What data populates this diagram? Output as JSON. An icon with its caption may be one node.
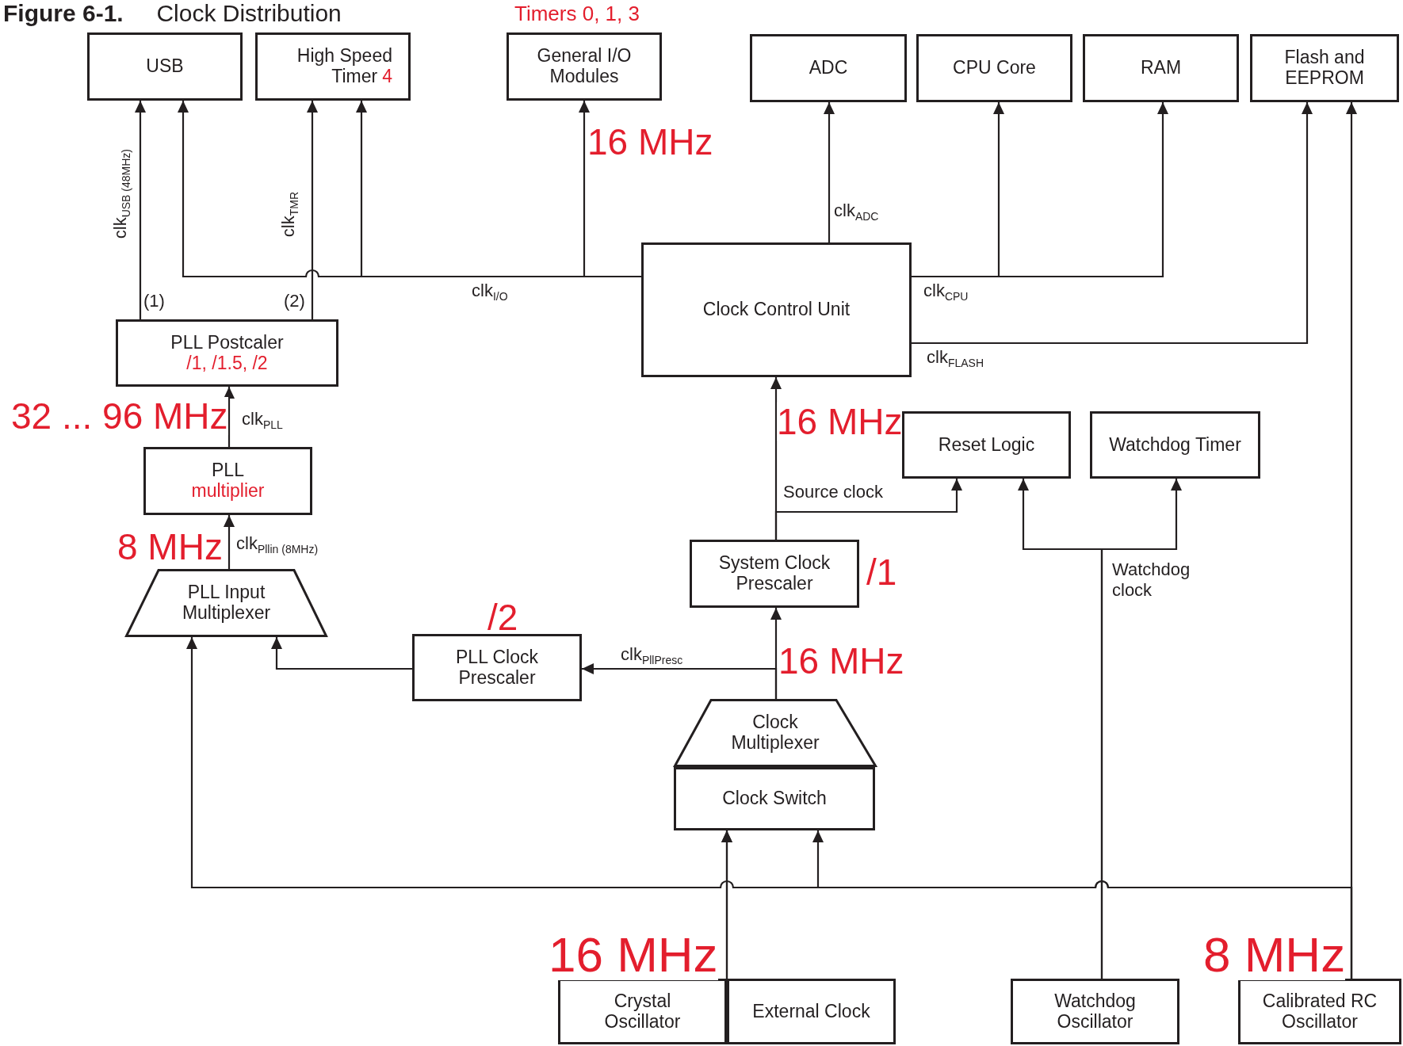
{
  "diagram": {
    "title": "**Figure 6-1.**     Clock Distribution",
    "nodes": [
      {
        "text": [
          "USB"
        ]
      },
      {
        "text": [
          "High Speed Timer",
          "4"
        ]
      },
      {
        "text": [
          "General I/O Modules"
        ],
        "beside": [
          "Timers 0, 1, 3"
        ]
      },
      {
        "text": [
          "ADC"
        ]
      },
      {
        "text": [
          "CPU Core"
        ]
      },
      {
        "text": [
          "RAM"
        ]
      },
      {
        "text": [
          "Flash and EEPROM"
        ]
      },
      {
        "text": [
          "PLL Postcaler",
          "/1, /1.5, /2"
        ]
      },
      {
        "text": [
          "Clock Control Unit"
        ]
      },
      {
        "text": [
          "PLL",
          "multiplier"
        ]
      },
      {
        "text": [
          "Reset Logic"
        ]
      },
      {
        "text": [
          "Watchdog Timer"
        ]
      },
      {
        "text": [
          "System Clock Prescaler"
        ],
        "beside": [
          "/1"
        ]
      },
      {
        "text": [
          "PLL Input Multiplexer"
        ]
      },
      {
        "text": [
          "PLL Clock Prescaler"
        ],
        "beside": [
          "/2"
        ]
      },
      {
        "text": [
          "Clock Multiplexer"
        ]
      },
      {
        "text": [
          "Clock Switch"
        ]
      },
      {
        "text": [
          "Crystal Oscillator"
        ]
      },
      {
        "text": [
          "External Clock"
        ]
      },
      {
        "text": [
          "Watchdog Oscillator"
        ]
      },
      {
        "text": [
          "Calibrated RC Oscillator"
        ]
      }
    ],
    "edges": [
      {
        "from": 7,
        "to": 0,
        "arrow": "to",
        "label": "clk$_{USB (48MHz)}$"
      },
      {
        "from": 7,
        "to": 1,
        "arrow": "to",
        "label": "clk$_{TMR}$"
      },
      {
        "from": 8,
        "to": 2,
        "arrow": "to"
      },
      {
        "from": 8,
        "to": 1,
        "arrow": "to",
        "label": "clk$_{I/O}$"
      },
      {
        "from": 8,
        "to": 0,
        "arrow": "to"
      },
      {
        "from": 8,
        "to": 3,
        "arrow": "to",
        "label": "clk$_{ADC}$"
      },
      {
        "from": 8,
        "to": 4,
        "arrow": "to",
        "label": "clk$_{CPU}$"
      },
      {
        "from": 8,
        "to": 5,
        "arrow": "to"
      },
      {
        "from": 8,
        "to": 6,
        "arrow": "to",
        "label": "clk$_{FLASH}$"
      },
      {
        "from": 20,
        "to": 6,
        "arrow": "to"
      },
      {
        "from": 9,
        "to": 7,
        "arrow": "to",
        "label": "clk$_{PLL}$"
      },
      {
        "from": 13,
        "to": 9,
        "arrow": "to",
        "label": "clk$_{Pllin (8MHz)}$"
      },
      {
        "from": 14,
        "to": 13,
        "arrow": "to"
      },
      {
        "from": 15,
        "to": 14,
        "arrow": "to",
        "label": "clk$_{PllPresc}$"
      },
      {
        "from": 15,
        "to": 12,
        "arrow": "to"
      },
      {
        "from": 12,
        "to": 8,
        "arrow": "to"
      },
      {
        "from": 12,
        "to": 10,
        "arrow": "to",
        "label": "Source clock"
      },
      {
        "from": 19,
        "to": 10,
        "arrow": "to",
        "label": "Watchdog clock"
      },
      {
        "from": 19,
        "to": 11,
        "arrow": "to"
      },
      {
        "from": 20,
        "to": 13,
        "arrow": "to"
      },
      {
        "from": 20,
        "to": 16,
        "arrow": "to"
      },
      {
        "from": 17,
        "to": 16,
        "arrow": "to"
      },
      {
        "from": 18,
        "to": 16,
        "arrow": "to"
      }
    ],
    "labels": [
      "16 MHz",
      "(1)",
      "(2)",
      "32 ... 96 MHz",
      "16 MHz",
      "8 MHz",
      "16 MHz",
      "16 MHz",
      "8 MHz"
    ]
  }
}
